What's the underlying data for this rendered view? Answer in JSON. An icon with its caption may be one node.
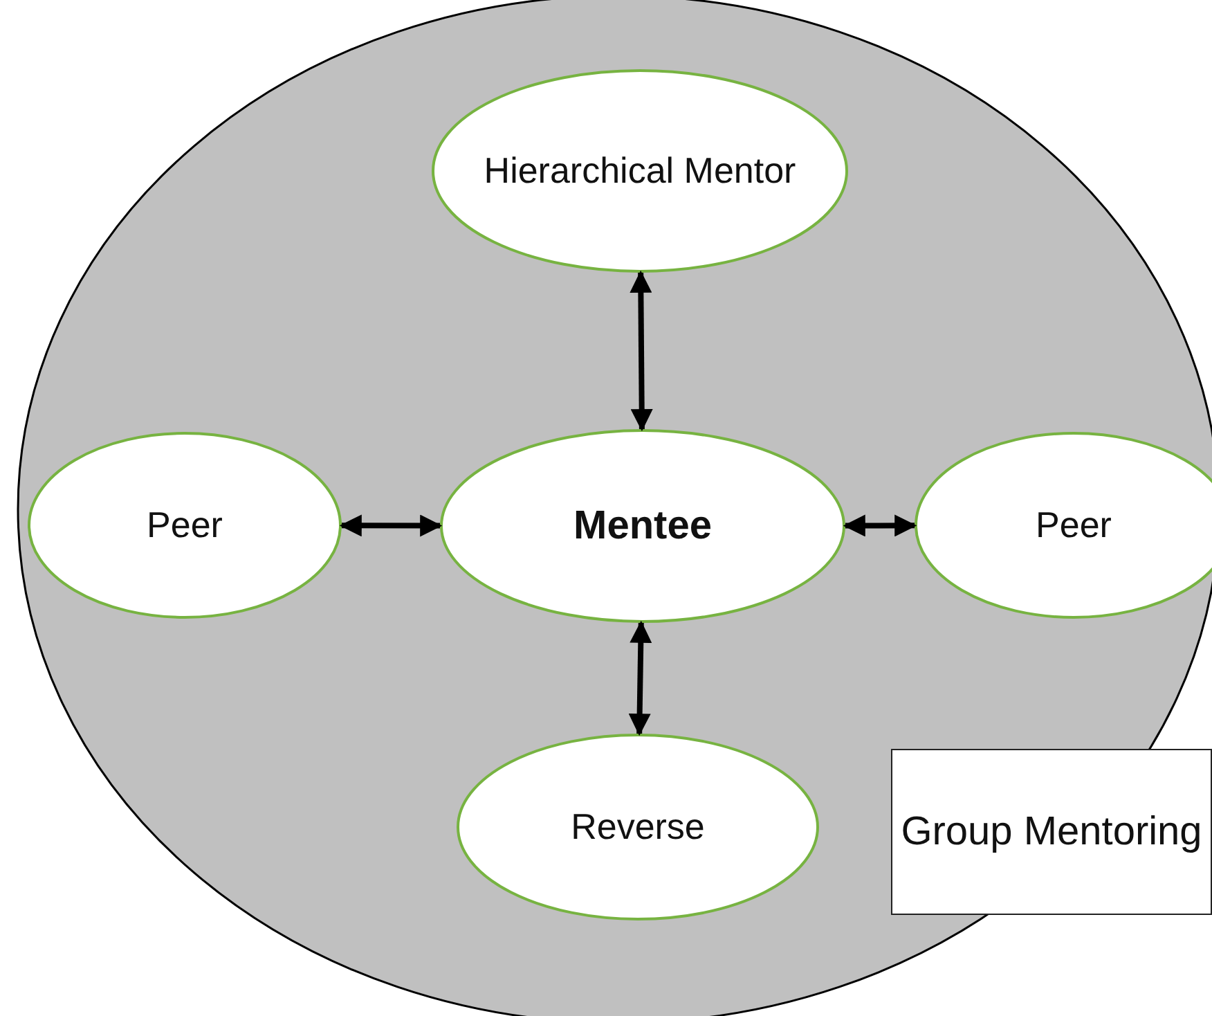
{
  "diagram": {
    "nodes": [
      {
        "text": [
          "Group Mentoring"
        ]
      },
      {
        "text": [
          "Hierarchical Mentor"
        ],
        "in": 0
      },
      {
        "text": [
          "Peer"
        ],
        "in": 0
      },
      {
        "text": [
          "Mentee"
        ],
        "in": 0
      },
      {
        "text": [
          "Peer"
        ],
        "in": 0
      },
      {
        "text": [
          "Reverse"
        ],
        "in": 0
      }
    ],
    "edges": [
      {
        "from": 3,
        "to": 1,
        "arrow": "both"
      },
      {
        "from": 3,
        "to": 2,
        "arrow": "both"
      },
      {
        "from": 3,
        "to": 4,
        "arrow": "both"
      },
      {
        "from": 3,
        "to": 5,
        "arrow": "both"
      }
    ]
  }
}
